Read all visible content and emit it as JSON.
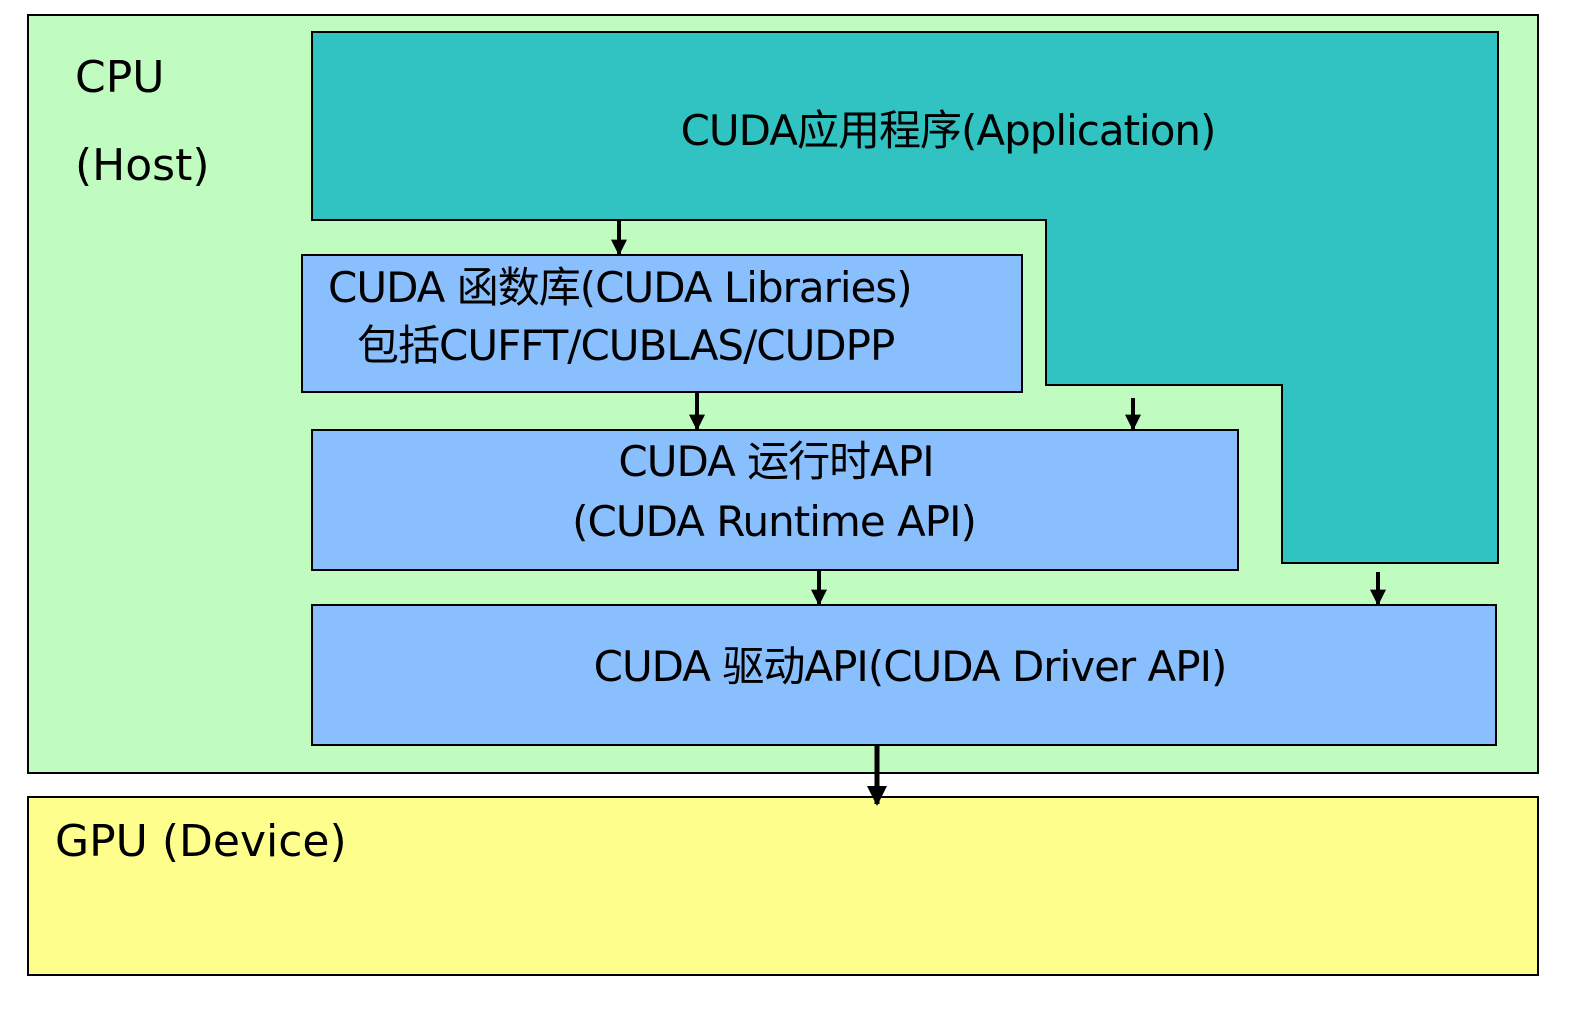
{
  "diagram": {
    "colors": {
      "host_bg": "#C0FCC0",
      "application_bg": "#31C2C2",
      "layer_bg": "#8ABFFE",
      "device_bg": "#FEFE8C",
      "border": "#000000",
      "arrow": "#000000"
    },
    "host": {
      "line1": "CPU",
      "line2": "(Host)"
    },
    "application": {
      "label": "CUDA应用程序(Application)"
    },
    "libraries": {
      "line1": "CUDA 函数库(CUDA Libraries)",
      "line2": "包括CUFFT/CUBLAS/CUDPP"
    },
    "runtime": {
      "line1": "CUDA 运行时API",
      "line2": "(CUDA Runtime API)"
    },
    "driver": {
      "label": "CUDA 驱动API(CUDA Driver API)"
    },
    "device": {
      "label": "GPU (Device)"
    },
    "edges": [
      {
        "from": "application",
        "to": "libraries"
      },
      {
        "from": "libraries",
        "to": "runtime"
      },
      {
        "from": "application",
        "to": "runtime"
      },
      {
        "from": "runtime",
        "to": "driver"
      },
      {
        "from": "application",
        "to": "driver"
      },
      {
        "from": "driver",
        "to": "device"
      }
    ]
  }
}
